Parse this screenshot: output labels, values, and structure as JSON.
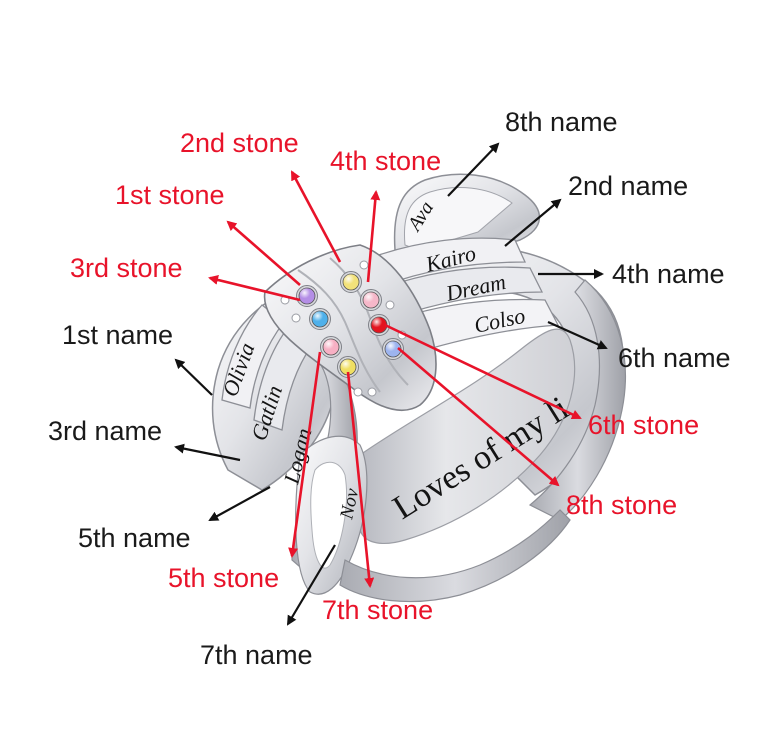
{
  "colors": {
    "name_label": "#1a1a1a",
    "stone_label": "#e8132a",
    "metal_light": "#f2f2f4",
    "metal_dark": "#9a9ca3",
    "engraving": "#141414"
  },
  "engravings": {
    "ava": "Ava",
    "kairo": "Kairo",
    "dream": "Dream",
    "colso": "Colso",
    "olivia": "Olivia",
    "gatlin": "Gatlin",
    "logan": "Logan",
    "nov": "Nov",
    "inner": "Loves of my li"
  },
  "stones": [
    {
      "name": "purple-stone",
      "color": "#b48ee6"
    },
    {
      "name": "yellow-stone-top",
      "color": "#f3e27a"
    },
    {
      "name": "pink-stone-top",
      "color": "#f6b7c9"
    },
    {
      "name": "blue-stone",
      "color": "#4fb0ea"
    },
    {
      "name": "pink-stone-mid",
      "color": "#f7b0c4"
    },
    {
      "name": "red-stone",
      "color": "#e3141f"
    },
    {
      "name": "yellow-stone-low",
      "color": "#f0df62"
    },
    {
      "name": "lavender-stone",
      "color": "#9db4ef"
    }
  ],
  "labels": {
    "name_8": "8th name",
    "name_2": "2nd name",
    "name_4": "4th name",
    "name_6": "6th name",
    "name_1": "1st name",
    "name_3": "3rd name",
    "name_5": "5th name",
    "name_7": "7th name",
    "stone_2": "2nd stone",
    "stone_4": "4th stone",
    "stone_1": "1st stone",
    "stone_3": "3rd stone",
    "stone_6": "6th stone",
    "stone_8": "8th stone",
    "stone_5": "5th stone",
    "stone_7": "7th stone"
  }
}
